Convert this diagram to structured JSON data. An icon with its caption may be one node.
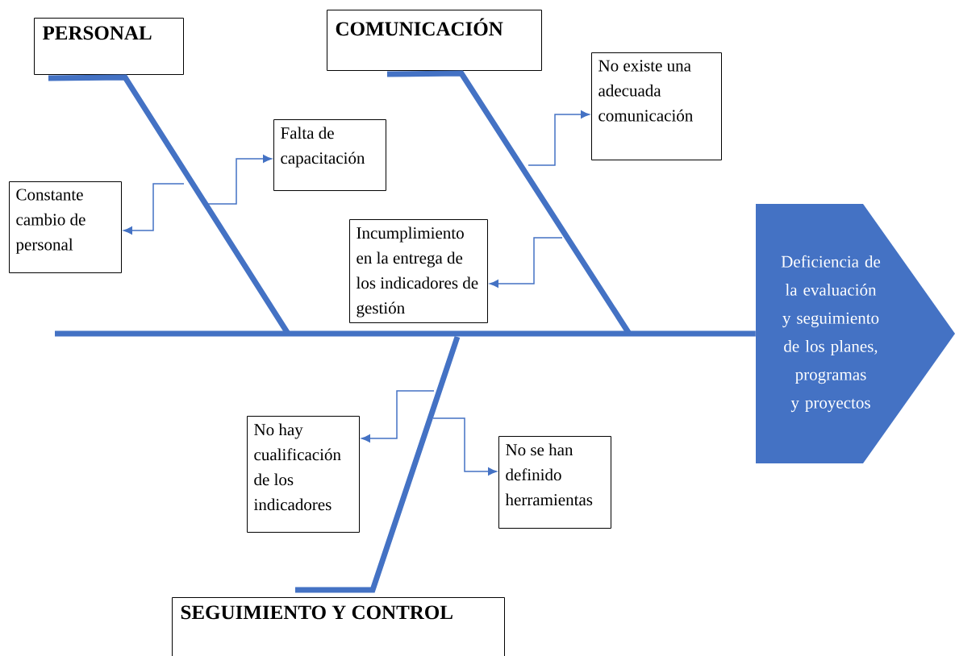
{
  "diagram": {
    "nodes": [
      {
        "text": [
          "PERSONAL"
        ]
      },
      {
        "text": [
          "COMUNICACIÓN"
        ]
      },
      {
        "text": [
          "Falta de capacitación"
        ]
      },
      {
        "text": [
          "Constante cambio de personal"
        ]
      },
      {
        "text": [
          "No existe una adecuada comunicación"
        ]
      },
      {
        "text": [
          "Incumplimiento en la entrega de los indicadores de gestión"
        ]
      },
      {
        "text": [
          "Deficiencia de la evaluación y seguimiento de los planes, programas y proyectos"
        ]
      },
      {
        "text": [
          "No hay cualificación de los indicadores"
        ]
      },
      {
        "text": [
          "No se han definido herramientas"
        ]
      },
      {
        "text": [
          "SEGUIMIENTO Y CONTROL"
        ]
      }
    ],
    "edges": [
      {
        "from": 0,
        "to": null,
        "arrow": "none",
        "style": "thick"
      },
      {
        "from": 1,
        "to": null,
        "arrow": "none",
        "style": "thick"
      },
      {
        "from": 9,
        "to": null,
        "arrow": "none",
        "style": "thick"
      },
      {
        "from": null,
        "to": 6,
        "arrow": "none",
        "style": "thick"
      },
      {
        "from": null,
        "to": 2,
        "arrow": "to"
      },
      {
        "from": null,
        "to": 3,
        "arrow": "to"
      },
      {
        "from": null,
        "to": 4,
        "arrow": "to"
      },
      {
        "from": null,
        "to": 5,
        "arrow": "to"
      },
      {
        "from": null,
        "to": 7,
        "arrow": "to"
      },
      {
        "from": null,
        "to": 8,
        "arrow": "to"
      }
    ]
  }
}
